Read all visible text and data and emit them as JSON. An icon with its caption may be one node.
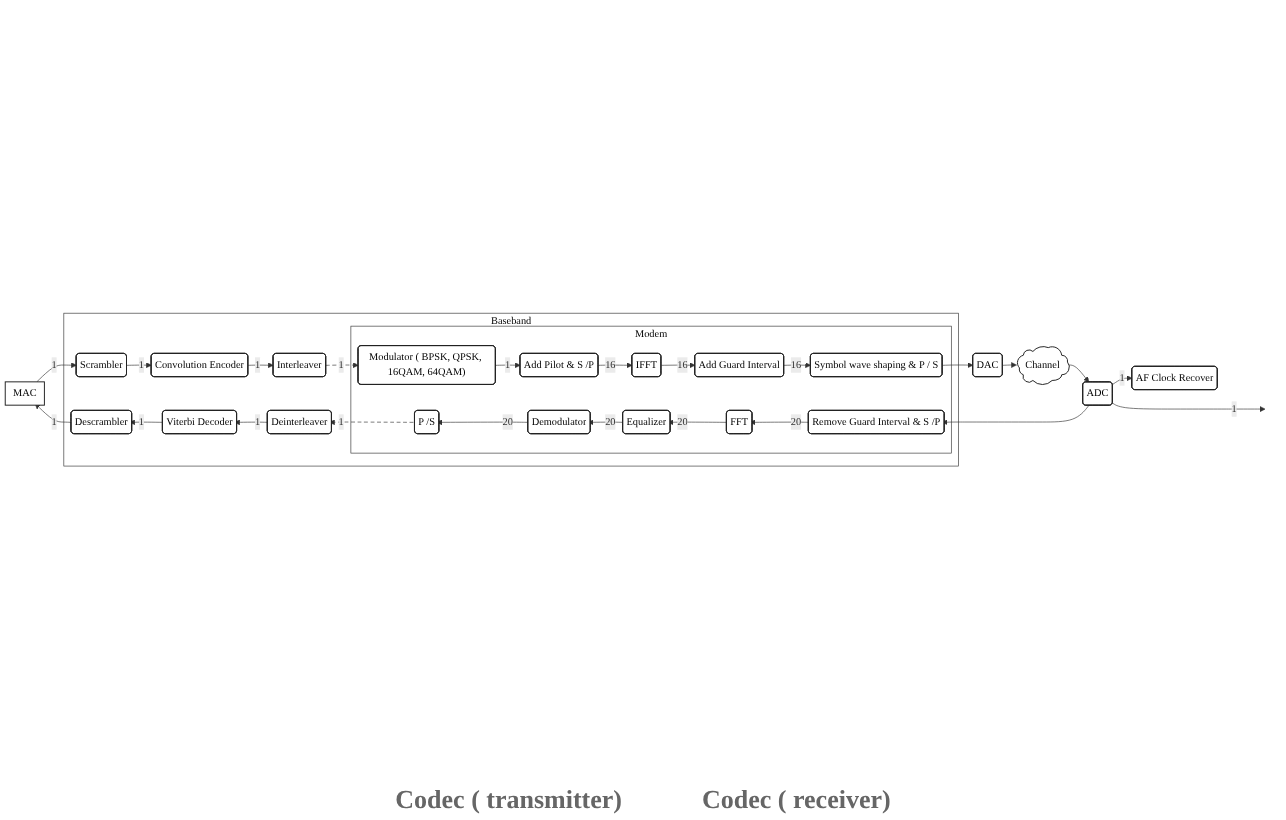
{
  "diagram": {
    "nodes": [
      {
        "text": [
          "Baseband"
        ]
      },
      {
        "text": [
          "MAC"
        ]
      },
      {
        "text": [
          "Modem"
        ],
        "in": 0
      },
      {
        "text": [
          "Scrambler"
        ],
        "in": 0
      },
      {
        "text": [
          "Convolution Encoder"
        ],
        "in": 0
      },
      {
        "text": [
          "Interleaver"
        ],
        "in": 0
      },
      {
        "text": [
          "Modulator ( BPSK, QPSK, 16QAM, 64QAM)"
        ],
        "in": 2
      },
      {
        "text": [
          "Add Pilot & S /P"
        ],
        "in": 2
      },
      {
        "text": [
          "IFFT"
        ],
        "in": 2
      },
      {
        "text": [
          "Add Guard Interval"
        ],
        "in": 2
      },
      {
        "text": [
          "Symbol wave shaping & P / S"
        ],
        "in": 2
      },
      {
        "text": [
          "DAC"
        ]
      },
      {
        "text": [
          "Channel"
        ]
      },
      {
        "text": [
          "ADC"
        ]
      },
      {
        "text": [
          "Remove Guard Interval & S /P"
        ],
        "in": 2
      },
      {
        "text": [
          "FFT"
        ],
        "in": 2
      },
      {
        "text": [
          "Equalizer"
        ],
        "in": 2
      },
      {
        "text": [
          "Demodulator"
        ],
        "in": 2
      },
      {
        "text": [
          "P /S"
        ],
        "in": 2
      },
      {
        "text": [
          "Deinterleaver"
        ],
        "in": 0
      },
      {
        "text": [
          "Viterbi Decoder"
        ],
        "in": 0
      },
      {
        "text": [
          "Descrambler"
        ],
        "in": 0
      },
      {
        "text": [
          "AF Clock Recover"
        ]
      }
    ],
    "edges": [
      {
        "from": 1,
        "to": 3,
        "arrow": "to",
        "label": "1"
      },
      {
        "from": 3,
        "to": 4,
        "arrow": "to",
        "label": "1"
      },
      {
        "from": 4,
        "to": 5,
        "arrow": "to",
        "label": "1"
      },
      {
        "from": 5,
        "to": 6,
        "arrow": "to",
        "label": "1",
        "style": "dashed"
      },
      {
        "from": 6,
        "to": 7,
        "arrow": "to",
        "label": "1"
      },
      {
        "from": 7,
        "to": 8,
        "arrow": "to",
        "label": "16"
      },
      {
        "from": 8,
        "to": 9,
        "arrow": "to",
        "label": "16"
      },
      {
        "from": 9,
        "to": 10,
        "arrow": "to",
        "label": "16"
      },
      {
        "from": 10,
        "to": 11,
        "arrow": "to"
      },
      {
        "from": 11,
        "to": 12,
        "arrow": "to"
      },
      {
        "from": 12,
        "to": 13,
        "arrow": "to"
      },
      {
        "from": 13,
        "to": 14,
        "arrow": "to"
      },
      {
        "from": 14,
        "to": 15,
        "arrow": "to",
        "label": "20"
      },
      {
        "from": 15,
        "to": 16,
        "arrow": "to",
        "label": "20"
      },
      {
        "from": 16,
        "to": 17,
        "arrow": "to",
        "label": "20"
      },
      {
        "from": 17,
        "to": 18,
        "arrow": "to",
        "label": "20"
      },
      {
        "from": 18,
        "to": 19,
        "arrow": "to",
        "label": "1",
        "style": "dashed"
      },
      {
        "from": 19,
        "to": 20,
        "arrow": "to",
        "label": "1"
      },
      {
        "from": 20,
        "to": 21,
        "arrow": "to",
        "label": "1"
      },
      {
        "from": 21,
        "to": 1,
        "arrow": "to",
        "label": "1"
      },
      {
        "from": 13,
        "to": 22,
        "arrow": "to",
        "label": "1"
      },
      {
        "from": 13,
        "to": null,
        "arrow": "to",
        "label": "1"
      }
    ],
    "labels": [
      "Codec ( transmitter)",
      "Codec ( receiver)"
    ]
  }
}
